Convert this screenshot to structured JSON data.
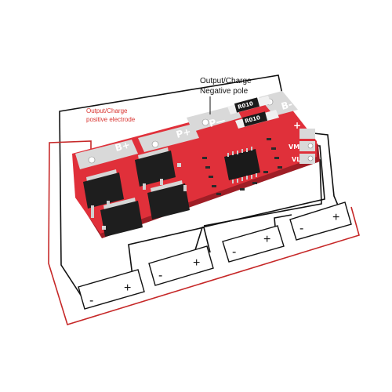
{
  "labels": {
    "negative_callout_line1": "Output/Charge",
    "negative_callout_line2": "Negative pole",
    "positive_callout_line1": "Output/Charge",
    "positive_callout_line2": "positive electrode"
  },
  "board": {
    "pad_b_plus": "B+",
    "pad_p_plus": "P+",
    "pad_p_minus": "P—",
    "pad_b_minus": "B-",
    "resistor_top": "R010",
    "resistor_bottom": "R010",
    "side_pad_plus": "+",
    "side_pad_vm": "VM",
    "side_pad_vl": "VL"
  },
  "cells": [
    {
      "minus": "-",
      "plus": "+"
    },
    {
      "minus": "-",
      "plus": "+"
    },
    {
      "minus": "-",
      "plus": "+"
    },
    {
      "minus": "-",
      "plus": "+"
    }
  ],
  "colors": {
    "pcb_red": "#e0303a",
    "pcb_dark": "#b3222b",
    "pad_silver": "#d9d9d9",
    "callout_red": "#d9332f",
    "wire_black": "#111111",
    "wire_red": "#c62828"
  }
}
